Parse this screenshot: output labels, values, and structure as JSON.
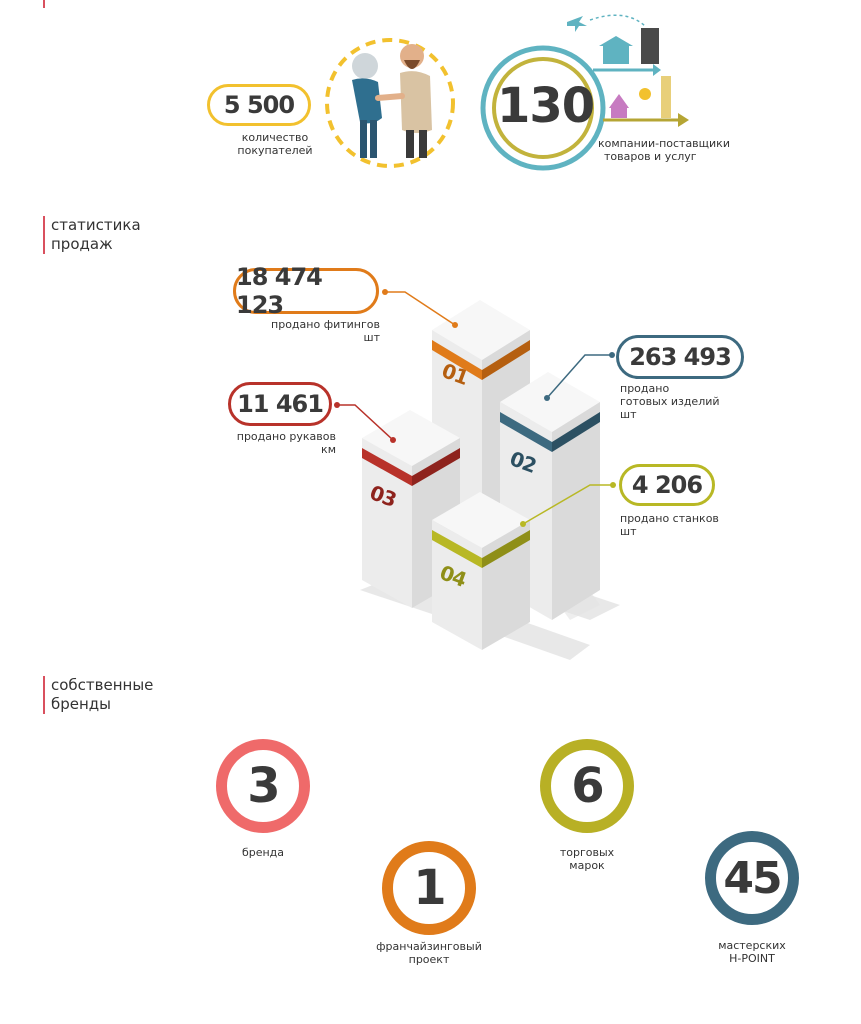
{
  "top": {
    "buyers": {
      "value": "5 500",
      "caption_1": "количество",
      "caption_2": "покупателей",
      "color": "#f2c12e"
    },
    "suppliers": {
      "value": "130",
      "caption_1": "компании-поставщики",
      "caption_2": "товаров и услуг",
      "ring_color": "#5fb3c1",
      "inner_color": "#c2b33c",
      "arrow_color": "#b5a534"
    }
  },
  "sales": {
    "title_1": "статистика",
    "title_2": "продаж",
    "items": [
      {
        "num": "01",
        "value": "18 474 123",
        "caption_1": "продано фитингов",
        "caption_2": "шт",
        "color": "#e07b1a"
      },
      {
        "num": "02",
        "value": "263 493",
        "caption_1": "продано",
        "caption_2": "готовых изделий",
        "caption_3": "шт",
        "color": "#3d6a80"
      },
      {
        "num": "03",
        "value": "11 461",
        "caption_1": "продано рукавов",
        "caption_2": "км",
        "color": "#b8322a"
      },
      {
        "num": "04",
        "value": "4 206",
        "caption_1": "продано станков",
        "caption_2": "шт",
        "color": "#b8b825"
      }
    ]
  },
  "brands": {
    "title_1": "собственные",
    "title_2": "бренды",
    "items": [
      {
        "value": "3",
        "caption_1": "бренда",
        "caption_2": "",
        "color": "#ef6a6a"
      },
      {
        "value": "1",
        "caption_1": "франчайзинговый",
        "caption_2": "проект",
        "color": "#e07b1a"
      },
      {
        "value": "6",
        "caption_1": "торговых",
        "caption_2": "марок",
        "color": "#b8b025"
      },
      {
        "value": "45",
        "caption_1": "мастерских",
        "caption_2": "H-POINT",
        "color": "#3d6a80"
      }
    ]
  }
}
